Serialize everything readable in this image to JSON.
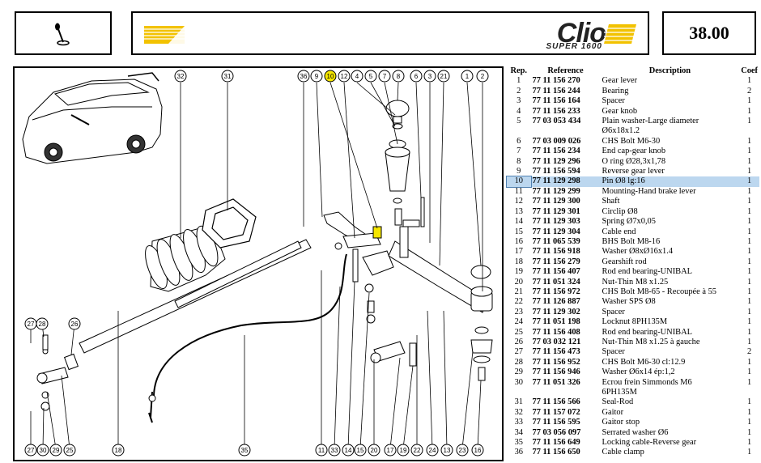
{
  "header": {
    "page_number": "38.00",
    "logo_text": "Clio",
    "logo_subtext": "SUPER 1600"
  },
  "table": {
    "columns": [
      "Rep.",
      "Reference",
      "Description",
      "Coef"
    ],
    "rows": [
      {
        "rep": "1",
        "ref": "77 11 156 270",
        "desc": "Gear lever",
        "qty": "1"
      },
      {
        "rep": "2",
        "ref": "77 11 156 244",
        "desc": "Bearing",
        "qty": "2"
      },
      {
        "rep": "3",
        "ref": "77 11 156 164",
        "desc": "Spacer",
        "qty": "1"
      },
      {
        "rep": "4",
        "ref": "77 11 156 233",
        "desc": "Gear knob",
        "qty": "1"
      },
      {
        "rep": "5",
        "ref": "77 03 053 434",
        "desc": "Plain washer-Large diameter",
        "qty": "1"
      },
      {
        "rep": "",
        "ref": "",
        "desc": "Ø6x18x1.2",
        "qty": ""
      },
      {
        "rep": "6",
        "ref": "77 03 009 026",
        "desc": "CHS Bolt M6-30",
        "qty": "1"
      },
      {
        "rep": "7",
        "ref": "77 11 156 234",
        "desc": "End cap-gear knob",
        "qty": "1"
      },
      {
        "rep": "8",
        "ref": "77 11 129 296",
        "desc": "O ring Ø28,3x1,78",
        "qty": "1"
      },
      {
        "rep": "9",
        "ref": "77 11 156 594",
        "desc": "Reverse gear lever",
        "qty": "1"
      },
      {
        "rep": "10",
        "ref": "77 11 129 298",
        "desc": "Pin Ø8 lg:16",
        "qty": "1"
      },
      {
        "rep": "11",
        "ref": "77 11 129 299",
        "desc": "Mounting-Hand brake lever",
        "qty": "1"
      },
      {
        "rep": "12",
        "ref": "77 11 129 300",
        "desc": "Shaft",
        "qty": "1"
      },
      {
        "rep": "13",
        "ref": "77 11 129 301",
        "desc": "Circlip Ø8",
        "qty": "1"
      },
      {
        "rep": "14",
        "ref": "77 11 129 303",
        "desc": "Spring Ø7x0,05",
        "qty": "1"
      },
      {
        "rep": "15",
        "ref": "77 11 129 304",
        "desc": "Cable end",
        "qty": "1"
      },
      {
        "rep": "16",
        "ref": "77 11 065 539",
        "desc": "BHS Bolt M8-16",
        "qty": "1"
      },
      {
        "rep": "17",
        "ref": "77 11 156 918",
        "desc": "Washer Ø8xØ16x1.4",
        "qty": "1"
      },
      {
        "rep": "18",
        "ref": "77 11 156 279",
        "desc": "Gearshift rod",
        "qty": "1"
      },
      {
        "rep": "19",
        "ref": "77 11 156 407",
        "desc": "Rod end bearing-UNIBAL",
        "qty": "1"
      },
      {
        "rep": "20",
        "ref": "77 11 051 324",
        "desc": "Nut-Thin M8 x1.25",
        "qty": "1"
      },
      {
        "rep": "21",
        "ref": "77 11 156 972",
        "desc": "CHS Bolt M8-65 - Recoupée à 55",
        "qty": "1"
      },
      {
        "rep": "22",
        "ref": "77 11 126 887",
        "desc": "Washer SPS Ø8",
        "qty": "1"
      },
      {
        "rep": "23",
        "ref": "77 11 129 302",
        "desc": "Spacer",
        "qty": "1"
      },
      {
        "rep": "24",
        "ref": "77 11 051 198",
        "desc": "Locknut 8PH135M",
        "qty": "1"
      },
      {
        "rep": "25",
        "ref": "77 11 156 408",
        "desc": "Rod end bearing-UNIBAL",
        "qty": "1"
      },
      {
        "rep": "26",
        "ref": "77 03 032 121",
        "desc": "Nut-Thin M8 x1.25 à gauche",
        "qty": "1"
      },
      {
        "rep": "27",
        "ref": "77 11 156 473",
        "desc": "Spacer",
        "qty": "2"
      },
      {
        "rep": "28",
        "ref": "77 11 156 952",
        "desc": "CHS Bolt M6-30 cl:12.9",
        "qty": "1"
      },
      {
        "rep": "29",
        "ref": "77 11 156 946",
        "desc": "Washer Ø6x14 ép:1,2",
        "qty": "1"
      },
      {
        "rep": "30",
        "ref": "77 11 051 326",
        "desc": "Ecrou frein Simmonds M6",
        "qty": "1"
      },
      {
        "rep": "",
        "ref": "",
        "desc": "6PH135M",
        "qty": ""
      },
      {
        "rep": "31",
        "ref": "77 11 156 566",
        "desc": "Seal-Rod",
        "qty": "1"
      },
      {
        "rep": "32",
        "ref": "77 11 157 072",
        "desc": "Gaitor",
        "qty": "1"
      },
      {
        "rep": "33",
        "ref": "77 11 156 595",
        "desc": "Gaitor stop",
        "qty": "1"
      },
      {
        "rep": "34",
        "ref": "77 03 056 097",
        "desc": "Serrated washer Ø6",
        "qty": "1"
      },
      {
        "rep": "35",
        "ref": "77 11 156 649",
        "desc": "Locking cable-Reverse gear",
        "qty": "1"
      },
      {
        "rep": "36",
        "ref": "77 11 156 650",
        "desc": "Cable clamp",
        "qty": "1"
      }
    ],
    "highlighted_rep": "10"
  },
  "diagram": {
    "top_callouts": [
      "32",
      "31",
      "36",
      "9",
      "10",
      "12",
      "4",
      "5",
      "7",
      "8",
      "6",
      "3",
      "21",
      "1",
      "2"
    ],
    "bottom_callouts": [
      "27",
      "30",
      "29",
      "25",
      "18",
      "35",
      "11",
      "33",
      "14",
      "15",
      "20",
      "17",
      "19",
      "22",
      "24",
      "13",
      "23",
      "16"
    ],
    "left_callouts": [
      "27",
      "28",
      "26"
    ],
    "highlight_color": "#f5e600"
  }
}
